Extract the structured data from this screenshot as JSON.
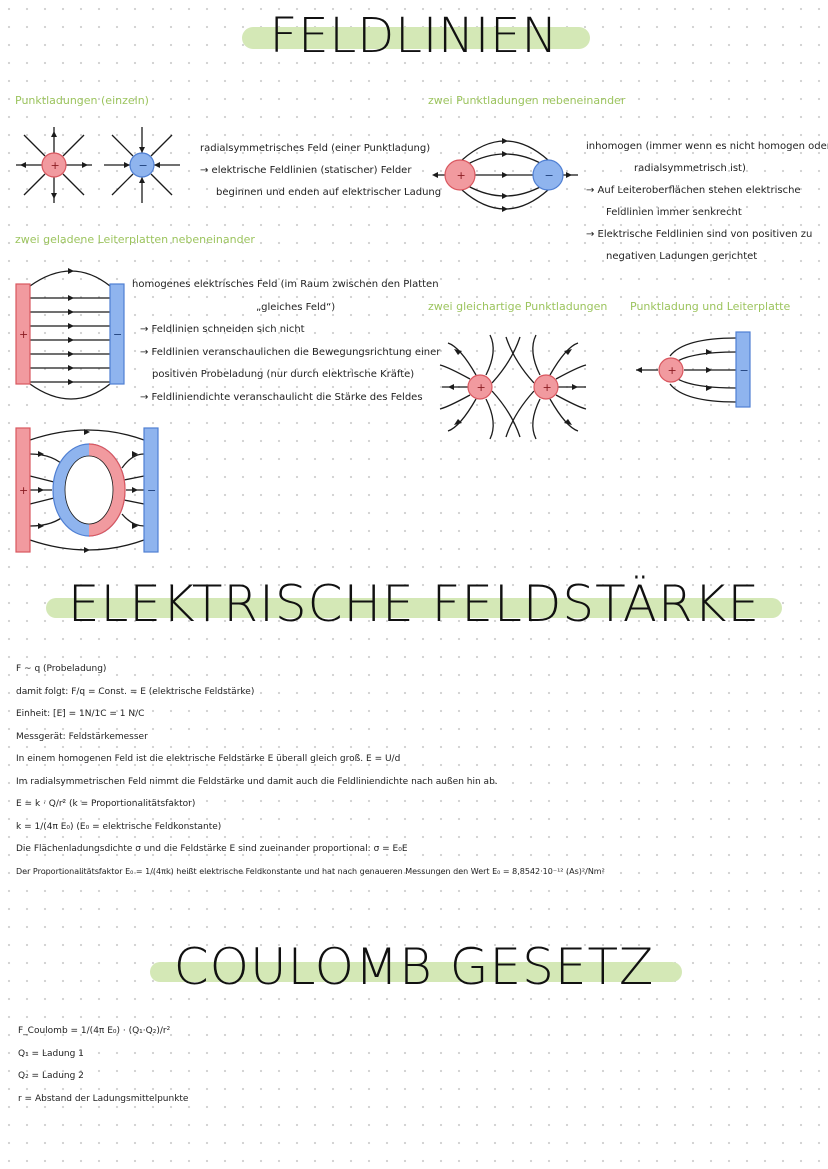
{
  "title1": "FELDLINIEN",
  "title2": "ELEKTRISCHE FELDSTÄRKE",
  "title3": "COULOMB GESETZ",
  "headings": {
    "punktladungen": "Punktladungen (einzeln)",
    "zwei_punkt": "zwei Punktladungen nebeneinander",
    "zwei_platten": "zwei geladene Leiterplatten nebeneinander",
    "gleichartig": "zwei gleichartige Punktladungen",
    "punkt_platte": "Punktladung und Leiterplatte"
  },
  "notes": {
    "radial": [
      "radialsymmetrisches Feld (einer Punktladung)",
      "→ elektrische Feldlinien (statischer) Felder",
      "beginnen und enden auf elektrischer Ladung"
    ],
    "inhomogen": [
      "inhomogen (immer wenn es nicht homogen oder",
      "radialsymmetrisch ist)",
      "→ Auf Leiteroberflächen stehen elektrische",
      "Feldlinien immer senkrecht",
      "→ Elektrische Feldlinien sind von positiven zu",
      "negativen Ladungen gerichtet"
    ],
    "homogen": [
      "homogenes elektrisches Feld (im Raum zwischen den Platten",
      "„gleiches Feld“)",
      "→ Feldlinien schneiden sich nicht",
      "→ Feldlinien veranschaulichen die Bewegungsrichtung einer",
      "positiven Probeladung (nur durch elektrische Kräfte)",
      "→ Feldliniendichte veranschaulicht die Stärke des Feldes"
    ]
  },
  "feldstaerke_lines": [
    "F ~ q (Probeladung)",
    "damit folgt: F/q = Const. = E (elektrische Feldstärke)",
    "Einheit: [E] = 1N/1C = 1 N/C",
    "Messgerät: Feldstärkemesser",
    "In einem homogenen Feld ist die elektrische Feldstärke E überall gleich groß. E = U/d",
    "Im radialsymmetrischen Feld nimmt die Feldstärke und damit auch die Feldliniendichte nach außen hin ab.",
    "E = k · Q/r² (k = Proportionalitätsfaktor)",
    "k = 1/(4π E₀) (E₀ = elektrische Feldkonstante)",
    "Die Flächenladungsdichte σ und die Feldstärke E sind zueinander proportional: σ = E₀E",
    "Der Proportionalitätsfaktor E₀ = 1/(4πk) heißt elektrische Feldkonstante und hat nach genaueren Messungen den Wert E₀ = 8,8542·10⁻¹² (As)²/Nm²"
  ],
  "coulomb_lines": [
    "F_Coulomb = 1/(4π E₀) · (Q₁·Q₂)/r²",
    "Q₁ = Ladung 1",
    "Q₂ = Ladung 2",
    "r = Abstand der Ladungsmittelpunkte"
  ],
  "symbols": {
    "plus": "+",
    "minus": "−"
  },
  "colors": {
    "positive": "#f19a9f",
    "negative": "#8fb4ee",
    "highlight": "#d4e8b6",
    "heading": "#9cc45e"
  }
}
